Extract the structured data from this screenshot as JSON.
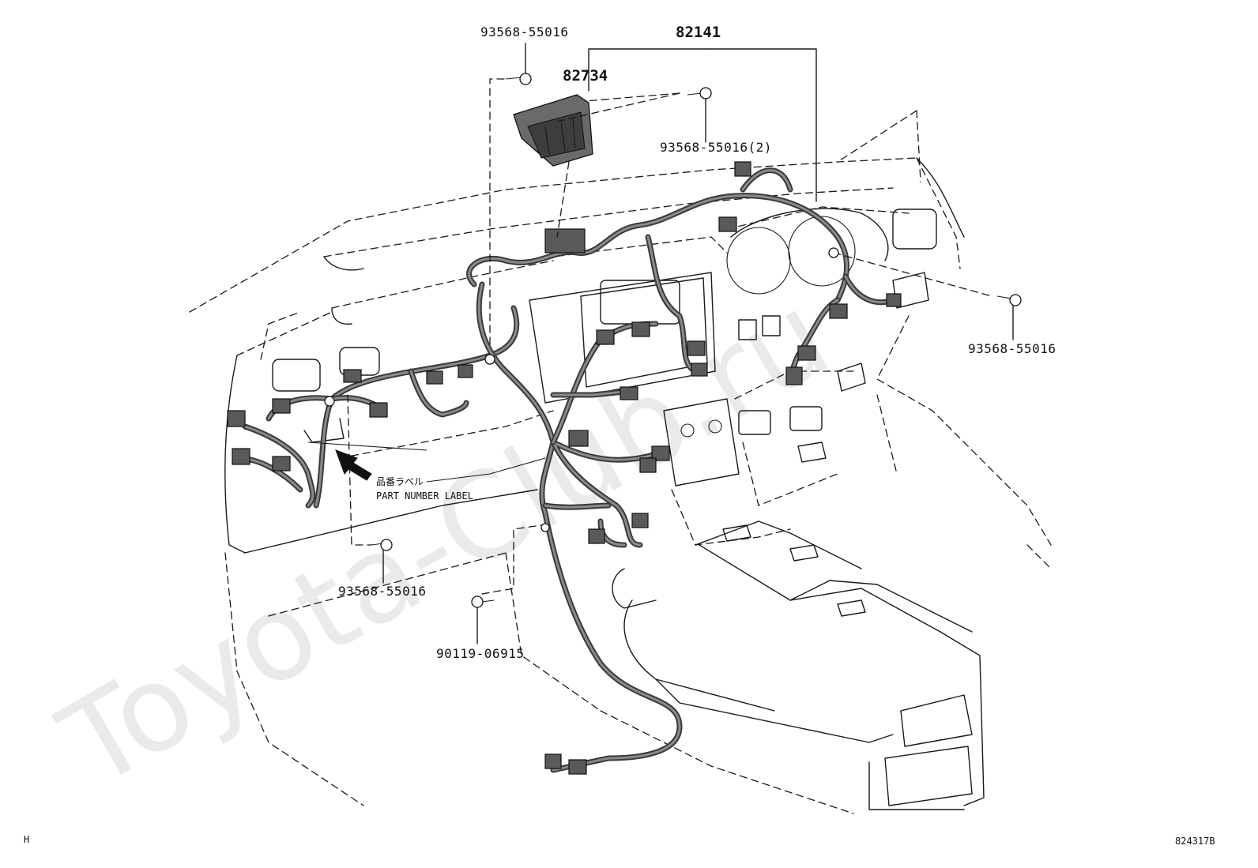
{
  "watermark": "Toyota-Club.ru",
  "parts": {
    "harness": "82141",
    "bracket": "82734",
    "bolt_top": "93568-55016",
    "bolt_bracket": "93568-55016(2)",
    "bolt_right": "93568-55016",
    "bolt_lower_left": "93568-55016",
    "clamp": "90119-06915"
  },
  "label_callout": {
    "japanese": "品番ラベル",
    "english": "PART NUMBER LABEL"
  },
  "footer": {
    "corner_mark": "H",
    "diagram_id": "824317B"
  }
}
